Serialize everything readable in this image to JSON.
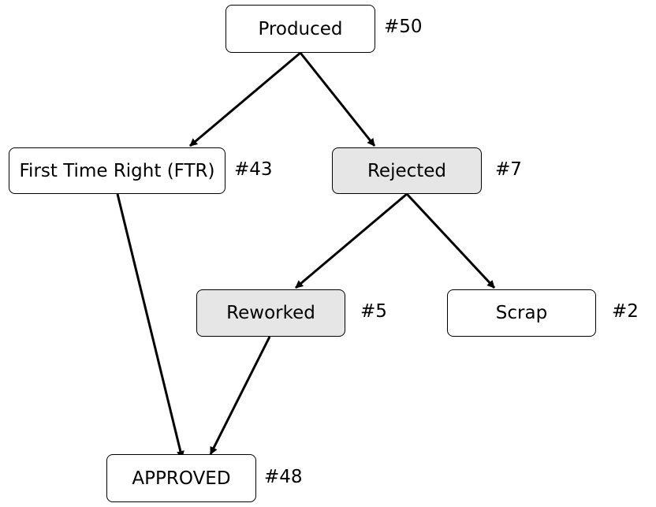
{
  "nodes": {
    "produced": {
      "label": "Produced",
      "count": "#50"
    },
    "ftr": {
      "label": "First Time Right (FTR)",
      "count": "#43"
    },
    "rejected": {
      "label": "Rejected",
      "count": "#7"
    },
    "reworked": {
      "label": "Reworked",
      "count": "#5"
    },
    "scrap": {
      "label": "Scrap",
      "count": "#2"
    },
    "approved": {
      "label": "APPROVED",
      "count": "#48"
    }
  },
  "edges": [
    {
      "from": "produced",
      "to": "ftr"
    },
    {
      "from": "produced",
      "to": "rejected"
    },
    {
      "from": "rejected",
      "to": "reworked"
    },
    {
      "from": "rejected",
      "to": "scrap"
    },
    {
      "from": "ftr",
      "to": "approved"
    },
    {
      "from": "reworked",
      "to": "approved"
    }
  ],
  "colors": {
    "shaded_fill": "#e6e6e6",
    "default_fill": "#ffffff",
    "stroke": "#000000"
  }
}
